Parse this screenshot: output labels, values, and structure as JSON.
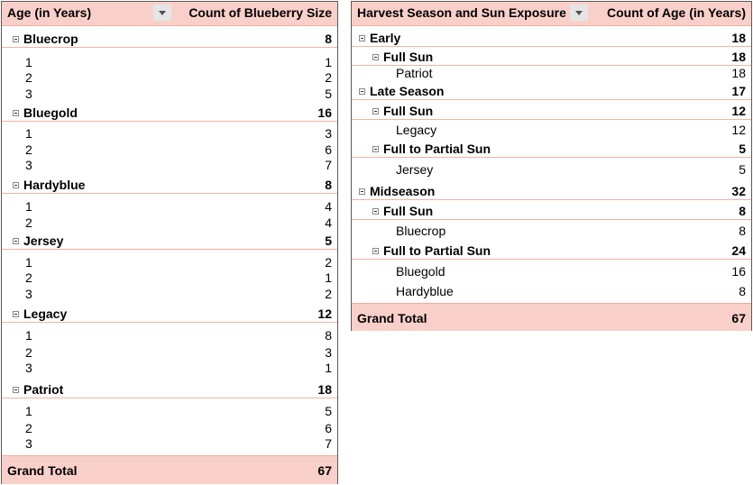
{
  "pivot1": {
    "header": {
      "row_label": "Age (in Years)",
      "value_label": "Count of Blueberry Size"
    },
    "groups": [
      {
        "name": "Bluecrop",
        "total": "8",
        "items": [
          [
            "1",
            "1"
          ],
          [
            "2",
            "2"
          ],
          [
            "3",
            "5"
          ]
        ]
      },
      {
        "name": "Bluegold",
        "total": "16",
        "items": [
          [
            "1",
            "3"
          ],
          [
            "2",
            "6"
          ],
          [
            "3",
            "7"
          ]
        ]
      },
      {
        "name": "Hardyblue",
        "total": "8",
        "items": [
          [
            "1",
            "4"
          ],
          [
            "2",
            "4"
          ]
        ]
      },
      {
        "name": "Jersey",
        "total": "5",
        "items": [
          [
            "1",
            "2"
          ],
          [
            "2",
            "1"
          ],
          [
            "3",
            "2"
          ]
        ]
      },
      {
        "name": "Legacy",
        "total": "12",
        "items": [
          [
            "1",
            "8"
          ],
          [
            "2",
            "3"
          ],
          [
            "3",
            "1"
          ]
        ]
      },
      {
        "name": "Patriot",
        "total": "18",
        "items": [
          [
            "1",
            "5"
          ],
          [
            "2",
            "6"
          ],
          [
            "3",
            "7"
          ]
        ]
      }
    ],
    "grand_total": {
      "label": "Grand Total",
      "value": "67"
    }
  },
  "pivot2": {
    "header": {
      "row_label": "Harvest Season and Sun Exposure",
      "value_label": "Count of Age (in Years)"
    },
    "rows": [
      {
        "level": 0,
        "label": "Early",
        "value": "18"
      },
      {
        "level": 1,
        "label": "Full Sun",
        "value": "18"
      },
      {
        "level": 2,
        "label": "Patriot",
        "value": "18"
      },
      {
        "level": 0,
        "label": "Late Season",
        "value": "17"
      },
      {
        "level": 1,
        "label": "Full Sun",
        "value": "12"
      },
      {
        "level": 2,
        "label": "Legacy",
        "value": "12"
      },
      {
        "level": 1,
        "label": "Full to Partial Sun",
        "value": "5"
      },
      {
        "level": 2,
        "label": "Jersey",
        "value": "5"
      },
      {
        "level": 0,
        "label": "Midseason",
        "value": "32"
      },
      {
        "level": 1,
        "label": "Full Sun",
        "value": "8"
      },
      {
        "level": 2,
        "label": "Bluecrop",
        "value": "8"
      },
      {
        "level": 1,
        "label": "Full to Partial Sun",
        "value": "24"
      },
      {
        "level": 2,
        "label": "Bluegold",
        "value": "16"
      },
      {
        "level": 2,
        "label": "Hardyblue",
        "value": "8"
      }
    ],
    "grand_total": {
      "label": "Grand Total",
      "value": "67"
    }
  }
}
